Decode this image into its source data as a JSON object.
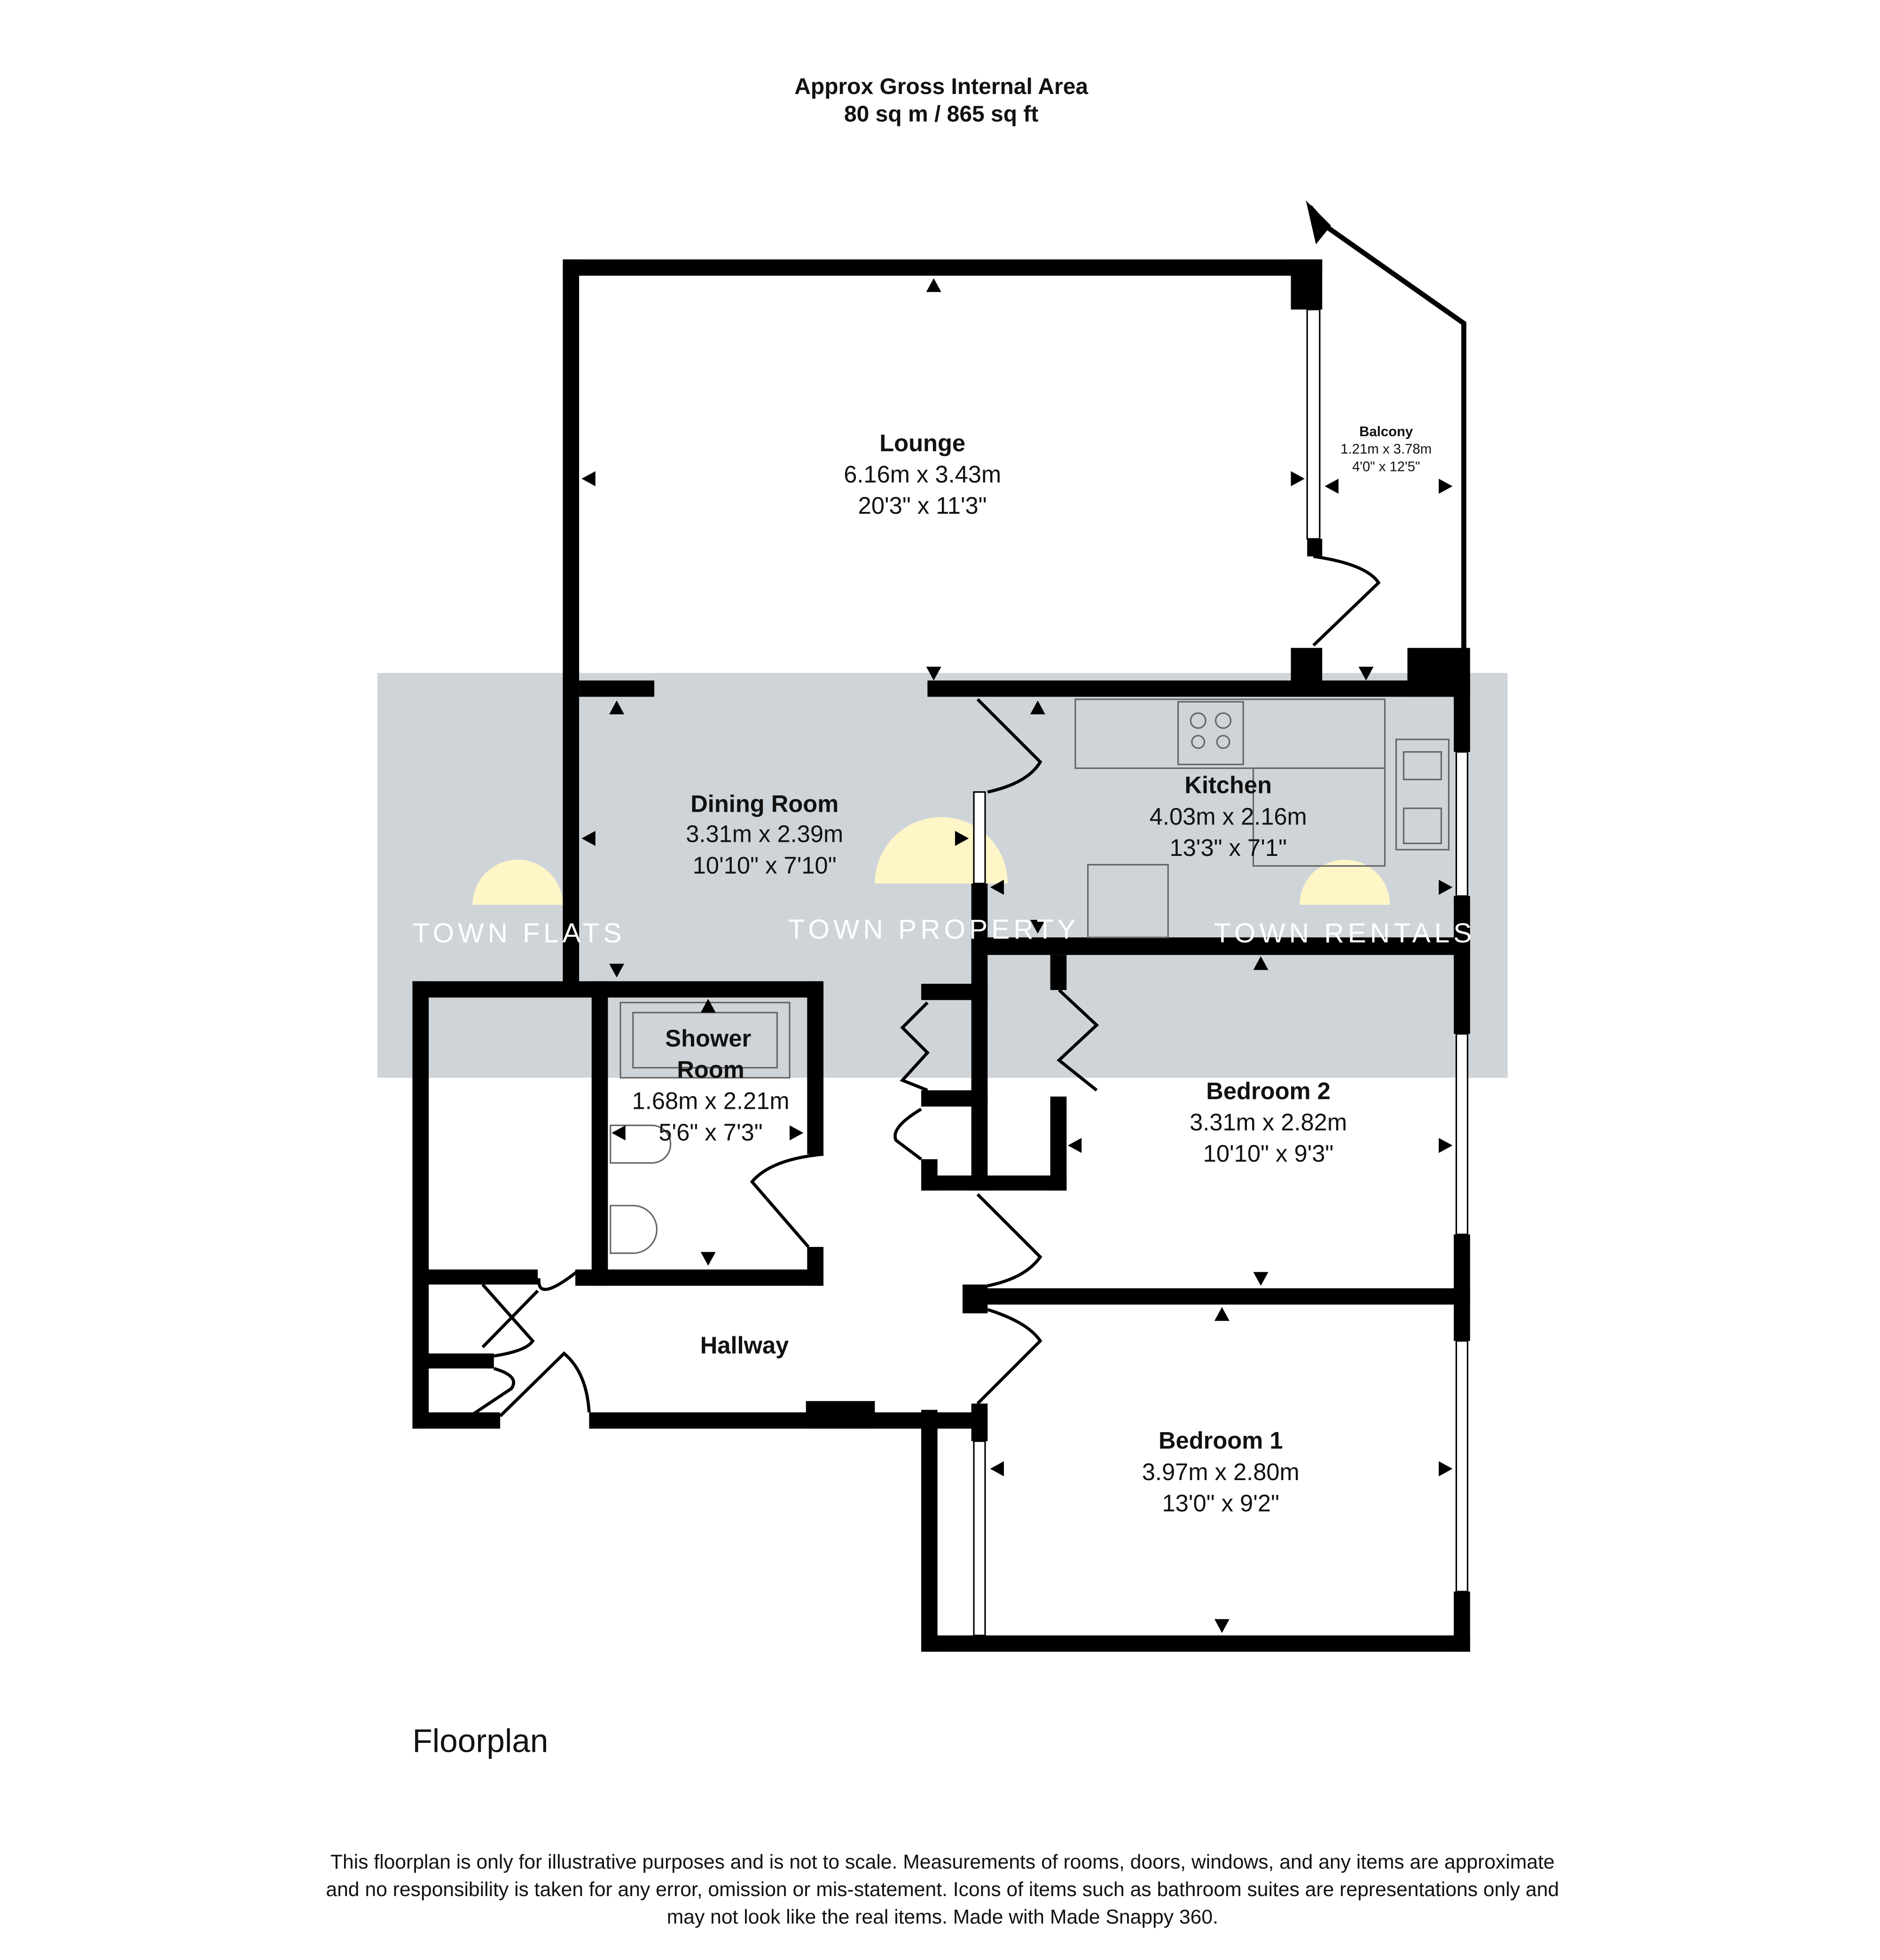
{
  "header": {
    "line1": "Approx Gross Internal Area",
    "line2": "80 sq m / 865 sq ft"
  },
  "rooms": {
    "lounge": {
      "name": "Lounge",
      "metric": "6.16m x 3.43m",
      "imperial": "20'3\" x 11'3\""
    },
    "balcony": {
      "name": "Balcony",
      "metric": "1.21m x 3.78m",
      "imperial": "4'0\" x 12'5\""
    },
    "dining": {
      "name": "Dining Room",
      "metric": "3.31m x 2.39m",
      "imperial": "10'10\" x 7'10\""
    },
    "kitchen": {
      "name": "Kitchen",
      "metric": "4.03m x 2.16m",
      "imperial": "13'3\" x 7'1\""
    },
    "shower": {
      "name1": "Shower",
      "name2": "Room",
      "metric": "1.68m x 2.21m",
      "imperial": "5'6\" x 7'3\""
    },
    "bedroom2": {
      "name": "Bedroom 2",
      "metric": "3.31m x 2.82m",
      "imperial": "10'10\" x 9'3\""
    },
    "hallway": {
      "name": "Hallway"
    },
    "bedroom1": {
      "name": "Bedroom 1",
      "metric": "3.97m x 2.80m",
      "imperial": "13'0\" x 9'2\""
    }
  },
  "watermark": {
    "left": "TOWN FLATS",
    "center": "TOWN PROPERTY",
    "right": "TOWN RENTALS",
    "band_color": "#cfd4d9",
    "logo_color": "#fff6c8"
  },
  "floor_label": "Floorplan",
  "disclaimer": {
    "line1": "This floorplan is only for illustrative purposes and is not to scale. Measurements of rooms, doors, windows, and any items are approximate",
    "line2": "and no responsibility is taken for any error, omission or mis-statement. Icons of items such as bathroom suites are representations only and",
    "line3": "may not look like the real items. Made with Made Snappy 360."
  }
}
